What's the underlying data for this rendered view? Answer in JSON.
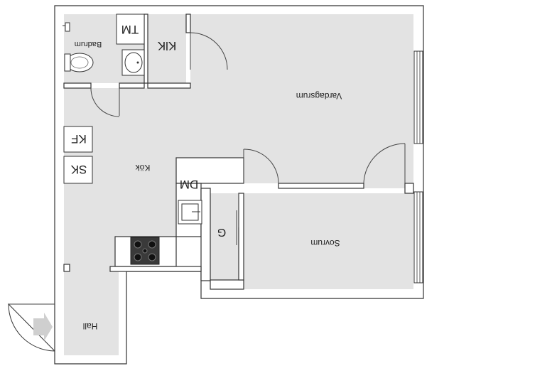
{
  "rooms": {
    "badrum": "Badrum",
    "vardagsrum": "Vardagsrum",
    "kok": "Kök",
    "sovrum": "Sovrum",
    "hall": "Hall"
  },
  "fixtures": {
    "tm": "TM",
    "klk": "KlK",
    "kf": "KF",
    "sk": "SK",
    "dm": "DM",
    "g": "G"
  },
  "colors": {
    "floor": "#e3e3e3",
    "wall": "#ffffff",
    "outline": "#333333",
    "entrance_arrow": "#cfcfcf"
  },
  "icons": [
    "door-swing-icon",
    "window-icon",
    "toilet-icon",
    "sink-icon",
    "stove-icon",
    "faucet-icon",
    "entrance-arrow-icon"
  ]
}
